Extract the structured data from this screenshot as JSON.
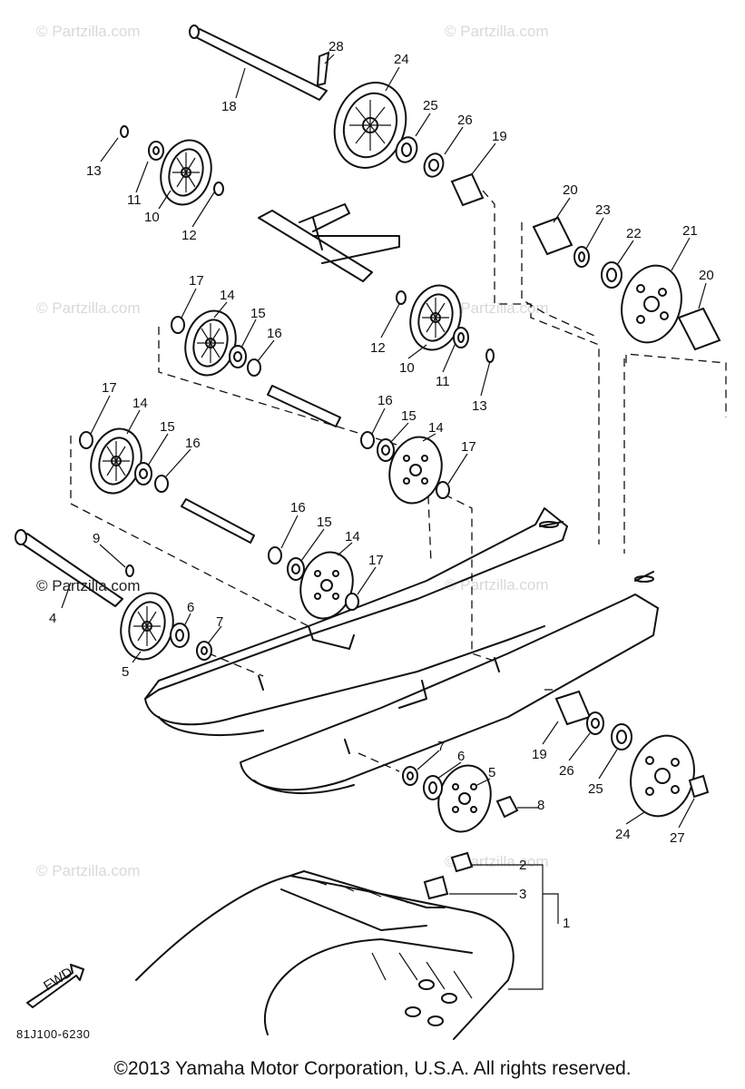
{
  "diagram": {
    "watermark": "© Partzilla.com",
    "overlay_watermark": "© Partzilla.com",
    "drawing_code": "81J100-6230",
    "fwd_label": "FWD",
    "copyright": "©2013 Yamaha Motor Corporation, U.S.A. All rights reserved.",
    "part_numbers": [
      "28",
      "24",
      "18",
      "25",
      "26",
      "19",
      "13",
      "11",
      "10",
      "12",
      "20",
      "23",
      "22",
      "21",
      "20",
      "17",
      "14",
      "15",
      "16",
      "12",
      "10",
      "11",
      "13",
      "17",
      "14",
      "15",
      "16",
      "16",
      "15",
      "14",
      "17",
      "9",
      "16",
      "15",
      "14",
      "17",
      "4",
      "6",
      "7",
      "5",
      "19",
      "26",
      "25",
      "24",
      "27",
      "7",
      "6",
      "5",
      "8",
      "2",
      "3",
      "1"
    ]
  },
  "colors": {
    "ink": "#111111",
    "paper": "#ffffff",
    "watermark": "#d9d9d9"
  }
}
